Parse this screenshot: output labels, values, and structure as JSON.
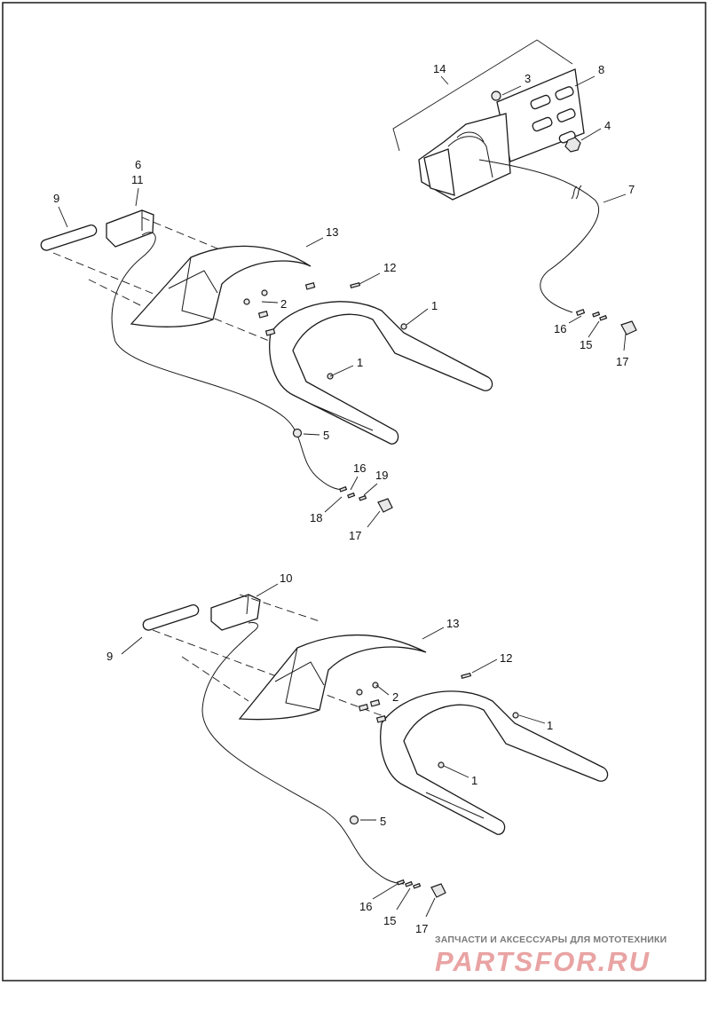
{
  "diagram": {
    "top_assembly": {
      "callouts": [
        {
          "id": "c14",
          "label": "14"
        },
        {
          "id": "c3",
          "label": "3"
        },
        {
          "id": "c8",
          "label": "8"
        },
        {
          "id": "c4",
          "label": "4"
        },
        {
          "id": "c7",
          "label": "7"
        },
        {
          "id": "c6",
          "label": "6"
        },
        {
          "id": "c11",
          "label": "11"
        },
        {
          "id": "c9",
          "label": "9"
        },
        {
          "id": "c13",
          "label": "13"
        },
        {
          "id": "c12",
          "label": "12"
        },
        {
          "id": "c2",
          "label": "2"
        },
        {
          "id": "c1a",
          "label": "1"
        },
        {
          "id": "c1b",
          "label": "1"
        },
        {
          "id": "c16a",
          "label": "16"
        },
        {
          "id": "c15a",
          "label": "15"
        },
        {
          "id": "c17a",
          "label": "17"
        },
        {
          "id": "c5",
          "label": "5"
        },
        {
          "id": "c16b",
          "label": "16"
        },
        {
          "id": "c19",
          "label": "19"
        },
        {
          "id": "c18",
          "label": "18"
        },
        {
          "id": "c17b",
          "label": "17"
        }
      ]
    },
    "bottom_assembly": {
      "callouts": [
        {
          "id": "d10",
          "label": "10"
        },
        {
          "id": "d9",
          "label": "9"
        },
        {
          "id": "d13",
          "label": "13"
        },
        {
          "id": "d12",
          "label": "12"
        },
        {
          "id": "d2",
          "label": "2"
        },
        {
          "id": "d1a",
          "label": "1"
        },
        {
          "id": "d1b",
          "label": "1"
        },
        {
          "id": "d5",
          "label": "5"
        },
        {
          "id": "d16",
          "label": "16"
        },
        {
          "id": "d15",
          "label": "15"
        },
        {
          "id": "d17",
          "label": "17"
        }
      ]
    }
  },
  "watermark": {
    "tagline": "ЗАПЧАСТИ И АКСЕССУАРЫ ДЛЯ МОТОТЕХНИКИ",
    "logo_text": "PARTSFOR.RU"
  },
  "colors": {
    "line": "#1a1a1a",
    "logo": "#e9a3a3",
    "tagline": "#7a7a7a"
  }
}
